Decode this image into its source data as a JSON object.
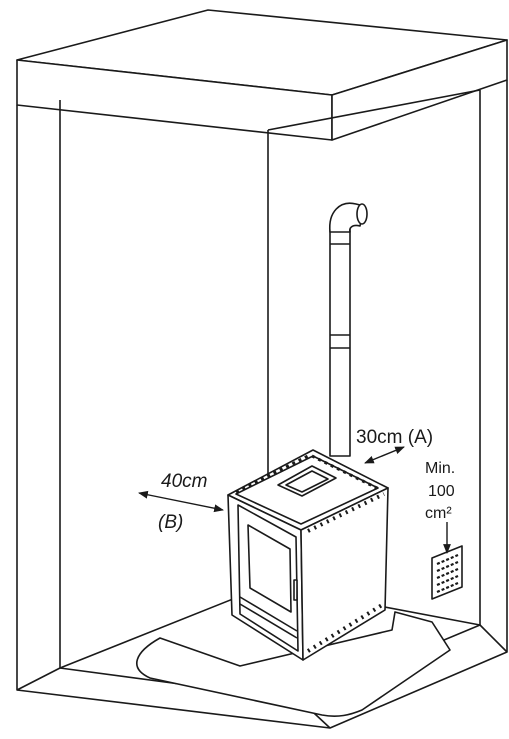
{
  "labels": {
    "side_distance": "40cm",
    "side_code": "(B)",
    "back_distance": "30cm (A)",
    "vent_min": "Min.",
    "vent_value": "100",
    "vent_unit": "cm²"
  },
  "colors": {
    "line": "#1a1a1a",
    "background": "#ffffff",
    "shade": "#cfcfcf"
  }
}
